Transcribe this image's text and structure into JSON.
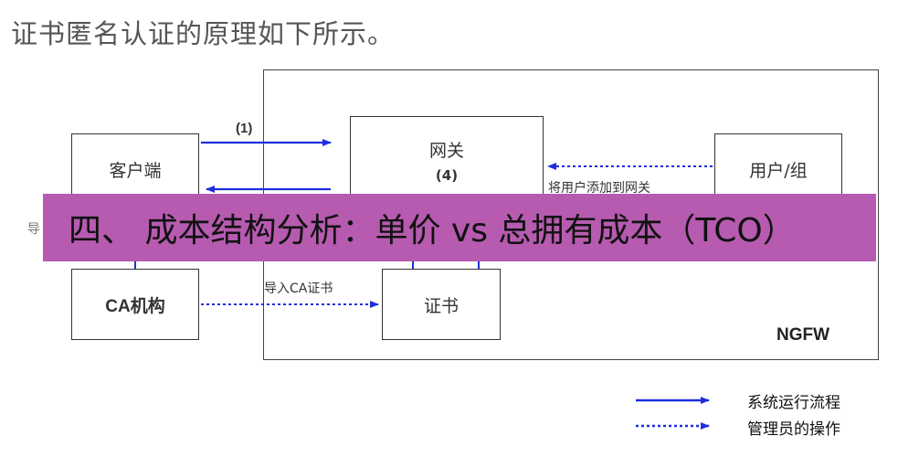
{
  "intro_text": "证书匿名认证的原理如下所示。",
  "diagram": {
    "nodes": {
      "client": "客户端",
      "gateway": "网关",
      "gateway_step": "(4)",
      "user_group": "用户/组",
      "ca": "CA机构",
      "cert": "证书"
    },
    "frame_label": "NGFW",
    "edge_labels": {
      "step1": "(1)",
      "add_user": "将用户添加到网关",
      "import_ca": "导入CA证书",
      "left_partial": "导"
    },
    "colors": {
      "flow": "#1f2fe0",
      "admin": "#1f2fe0",
      "frame": "#444444"
    }
  },
  "banner": {
    "text": "四、 成本结构分析：单价 vs 总拥有成本（TCO）",
    "color": "#b65bb0"
  },
  "legend": {
    "items": [
      {
        "label": "系统运行流程",
        "style": "solid"
      },
      {
        "label": "管理员的操作",
        "style": "dotted"
      }
    ]
  }
}
